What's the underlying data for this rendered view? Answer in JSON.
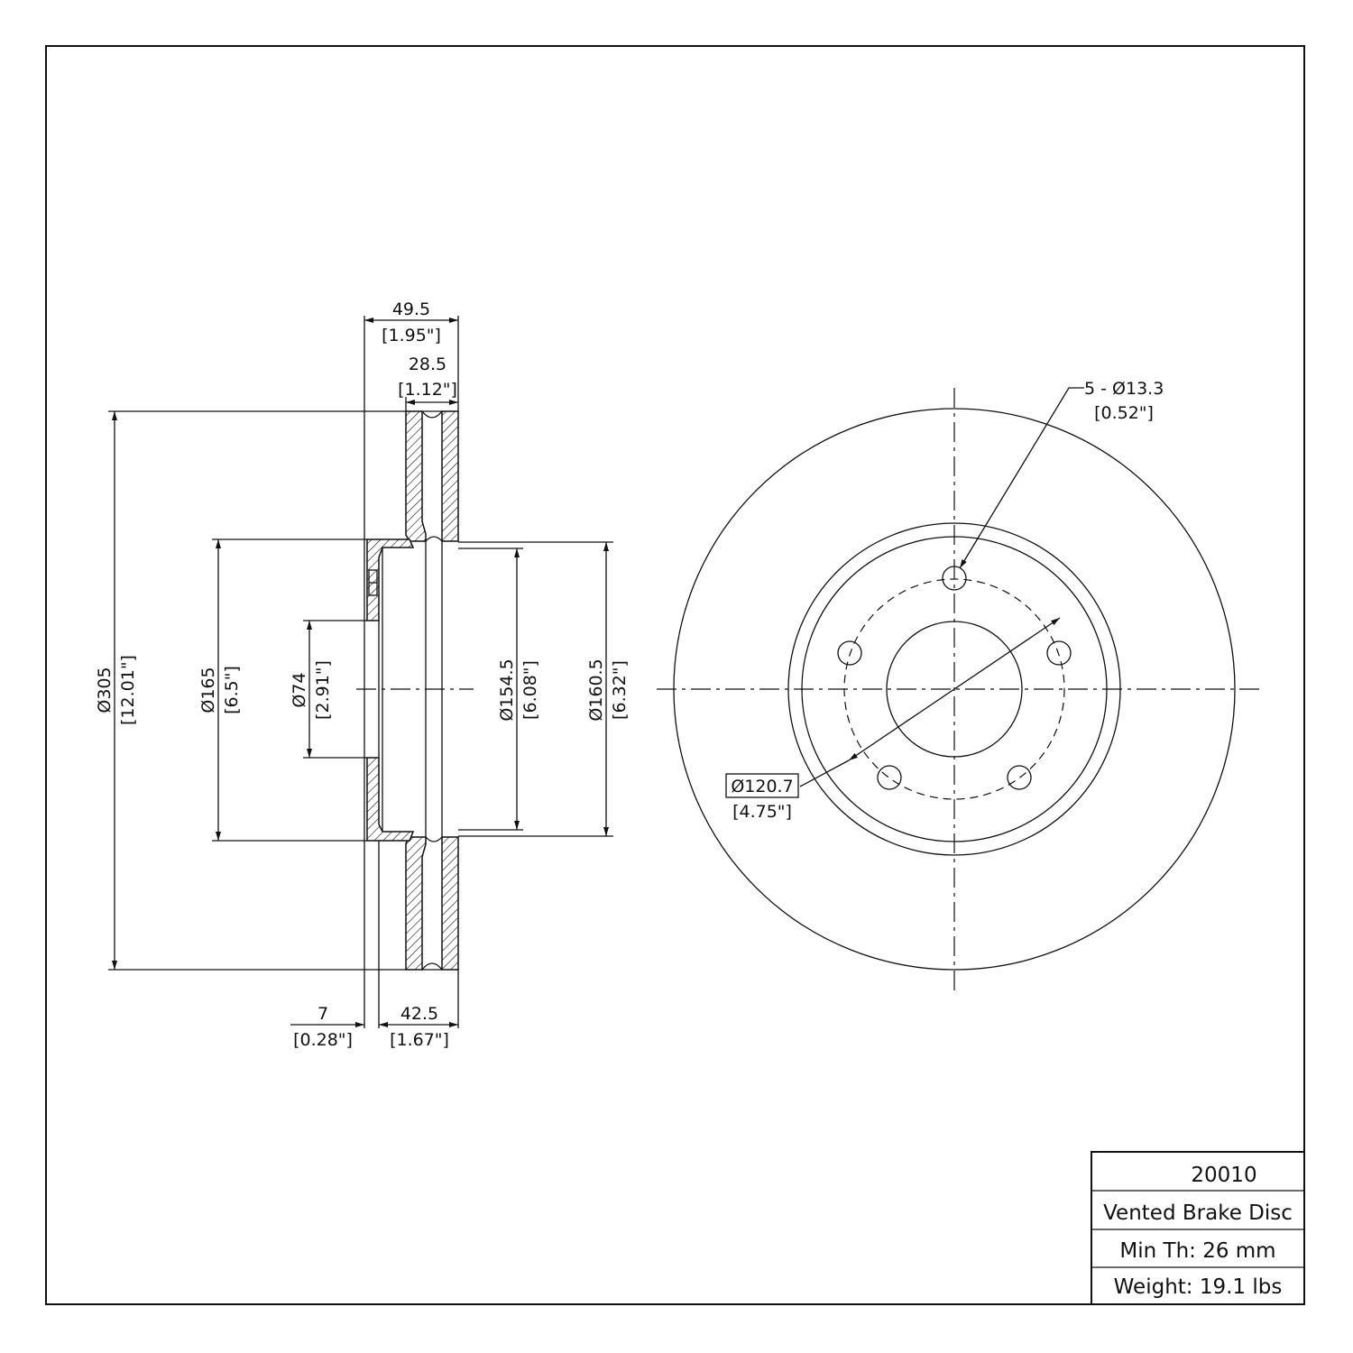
{
  "dimensions": {
    "overall_width": {
      "mm": "49.5",
      "inch": "[1.95\"]"
    },
    "friction_width": {
      "mm": "28.5",
      "inch": "[1.12\"]"
    },
    "outer_diameter": {
      "mm": "Ø305",
      "inch": "[12.01\"]"
    },
    "hat_diameter": {
      "mm": "Ø165",
      "inch": "[6.5\"]"
    },
    "center_bore": {
      "mm": "Ø74",
      "inch": "[2.91\"]"
    },
    "inner_diameter_a": {
      "mm": "Ø154.5",
      "inch": "[6.08\"]"
    },
    "inner_diameter_b": {
      "mm": "Ø160.5",
      "inch": "[6.32\"]"
    },
    "hat_thickness": {
      "mm": "7",
      "inch": "[0.28\"]"
    },
    "hat_height": {
      "mm": "42.5",
      "inch": "[1.67\"]"
    },
    "bolt_holes": {
      "mm": "5 - Ø13.3",
      "inch": "[0.52\"]"
    },
    "bolt_circle": {
      "mm": "Ø120.7",
      "inch": "[4.75\"]"
    }
  },
  "title_block": {
    "part_number": "20010",
    "description": "Vented Brake Disc",
    "min_thickness": "Min Th: 26 mm",
    "weight": "Weight: 19.1 lbs"
  }
}
